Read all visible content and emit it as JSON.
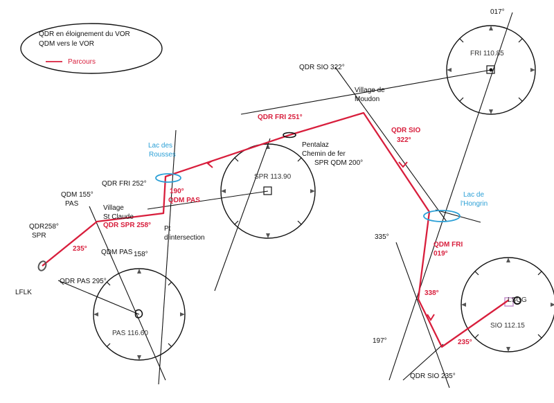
{
  "colors": {
    "route": "#d81e3c",
    "lake": "#2a9fd6",
    "line": "#111111"
  },
  "legend": {
    "line1": "QDR en éloignement du VOR",
    "line2": "QDM vers le VOR",
    "route_label": "Parcours"
  },
  "vors": {
    "fri": "FRI 110.85",
    "spr": "SPR 113.90",
    "pas": "PAS 116.60",
    "sio": "SIO 112.15"
  },
  "airports": {
    "lsgg": "LSGG",
    "lflk": "LFLK"
  },
  "lakes": {
    "rousses_1": "Lac des",
    "rousses_2": "Rousses",
    "hongrin_1": "Lac de",
    "hongrin_2": "l'Hongrin"
  },
  "labels": {
    "fri_017": "017°",
    "qdr_sio_322": "QDR SIO  322°",
    "village_moudon_1": "Village de",
    "village_moudon_2": "Moudon",
    "qdr_fri_251": "QDR FRI 251°",
    "pentalaz_1": "Pentalaz",
    "pentalaz_2": "Chemin de fer",
    "pentalaz_3": "SPR QDM 200°",
    "qdr_sio_leg_1": "QDR SIO",
    "qdr_sio_leg_2": "322°",
    "qdr_fri_252": "QDR FRI 252°",
    "deg_190": "190°",
    "qdm_pas_leg": "QDM PAS",
    "qdm_155_1": "QDM 155°",
    "qdm_155_2": "PAS",
    "village_st_claude_1": "Village",
    "village_st_claude_2": "St Claude",
    "qdr_258_1": "QDR258°",
    "qdr_258_2": "SPR",
    "qdr_spr_258": "QDR SPR 258°",
    "pt_intersection_1": "Pt",
    "pt_intersection_2": "d'intersection",
    "deg_235_left": "235°",
    "qdm_pas_158_a": "QDM PAS",
    "qdm_pas_158_b": "158°",
    "qdr_pas_295": "QDR PAS 295°",
    "deg_335": "335°",
    "qdm_fri_1": "QDM FRI",
    "qdm_fri_2": "019°",
    "deg_338": "338°",
    "deg_197": "197°",
    "deg_235_right": "235°",
    "qdr_sio_235": "QDR SIO 235°"
  }
}
